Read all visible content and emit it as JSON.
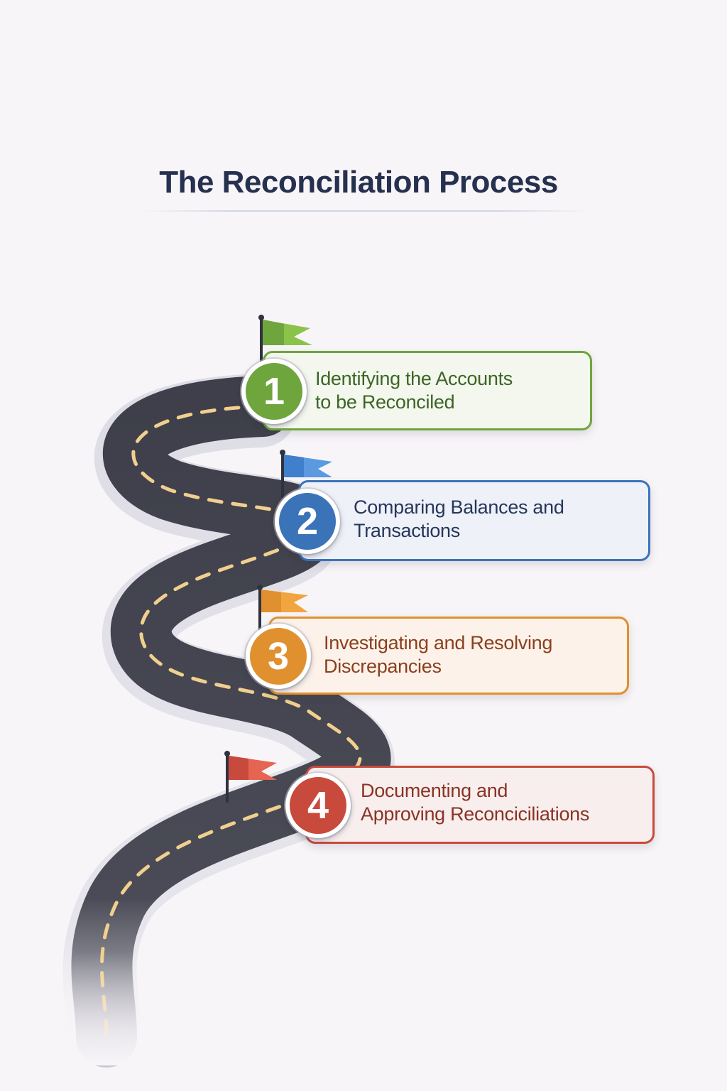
{
  "title": "The Reconciliation Process",
  "steps": [
    {
      "number": "1",
      "label": "Identifying the Accounts\nto be Reconciled",
      "color": "#6fa53d",
      "text_color": "#3d6525",
      "card_bg": "#f3f7ee"
    },
    {
      "number": "2",
      "label": "Comparing Balances and\nTransactions",
      "color": "#3b73b9",
      "text_color": "#26365c",
      "card_bg": "#eef1f8"
    },
    {
      "number": "3",
      "label": "Investigating and Resolving\nDiscrepancies",
      "color": "#e0902e",
      "text_color": "#8b3f1e",
      "card_bg": "#fcf2e9"
    },
    {
      "number": "4",
      "label": "Documenting and\nApproving Reconciciliations",
      "color": "#c84a3c",
      "text_color": "#8b3322",
      "card_bg": "#f8eeee"
    }
  ]
}
